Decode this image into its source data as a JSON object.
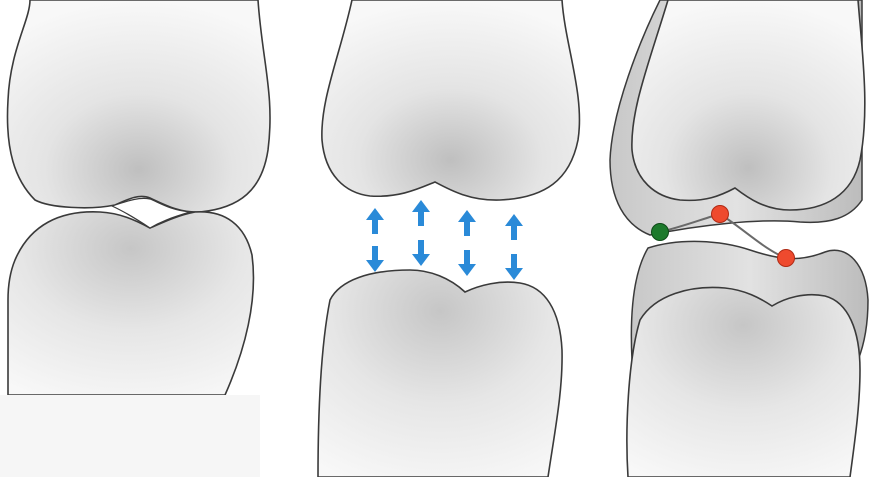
{
  "panels": [
    {
      "id": "normal-joint"
    },
    {
      "id": "distracted-joint",
      "arrow_pairs": 4
    },
    {
      "id": "capsule-joint",
      "marker_points": [
        "green",
        "red",
        "red"
      ]
    }
  ],
  "colors": {
    "outline": "#3a3a3a",
    "bone_fill": "#f4f4f4",
    "shade": "#bdbdbd",
    "capsule_fill": "#d6d6d6",
    "arrow_blue": "#2a8ad8",
    "marker_green": "#1d7a2c",
    "marker_red": "#ee4a2e"
  },
  "icons": {
    "arrow_up": "arrow-up-icon",
    "arrow_down": "arrow-down-icon",
    "marker": "circle-marker-icon"
  }
}
